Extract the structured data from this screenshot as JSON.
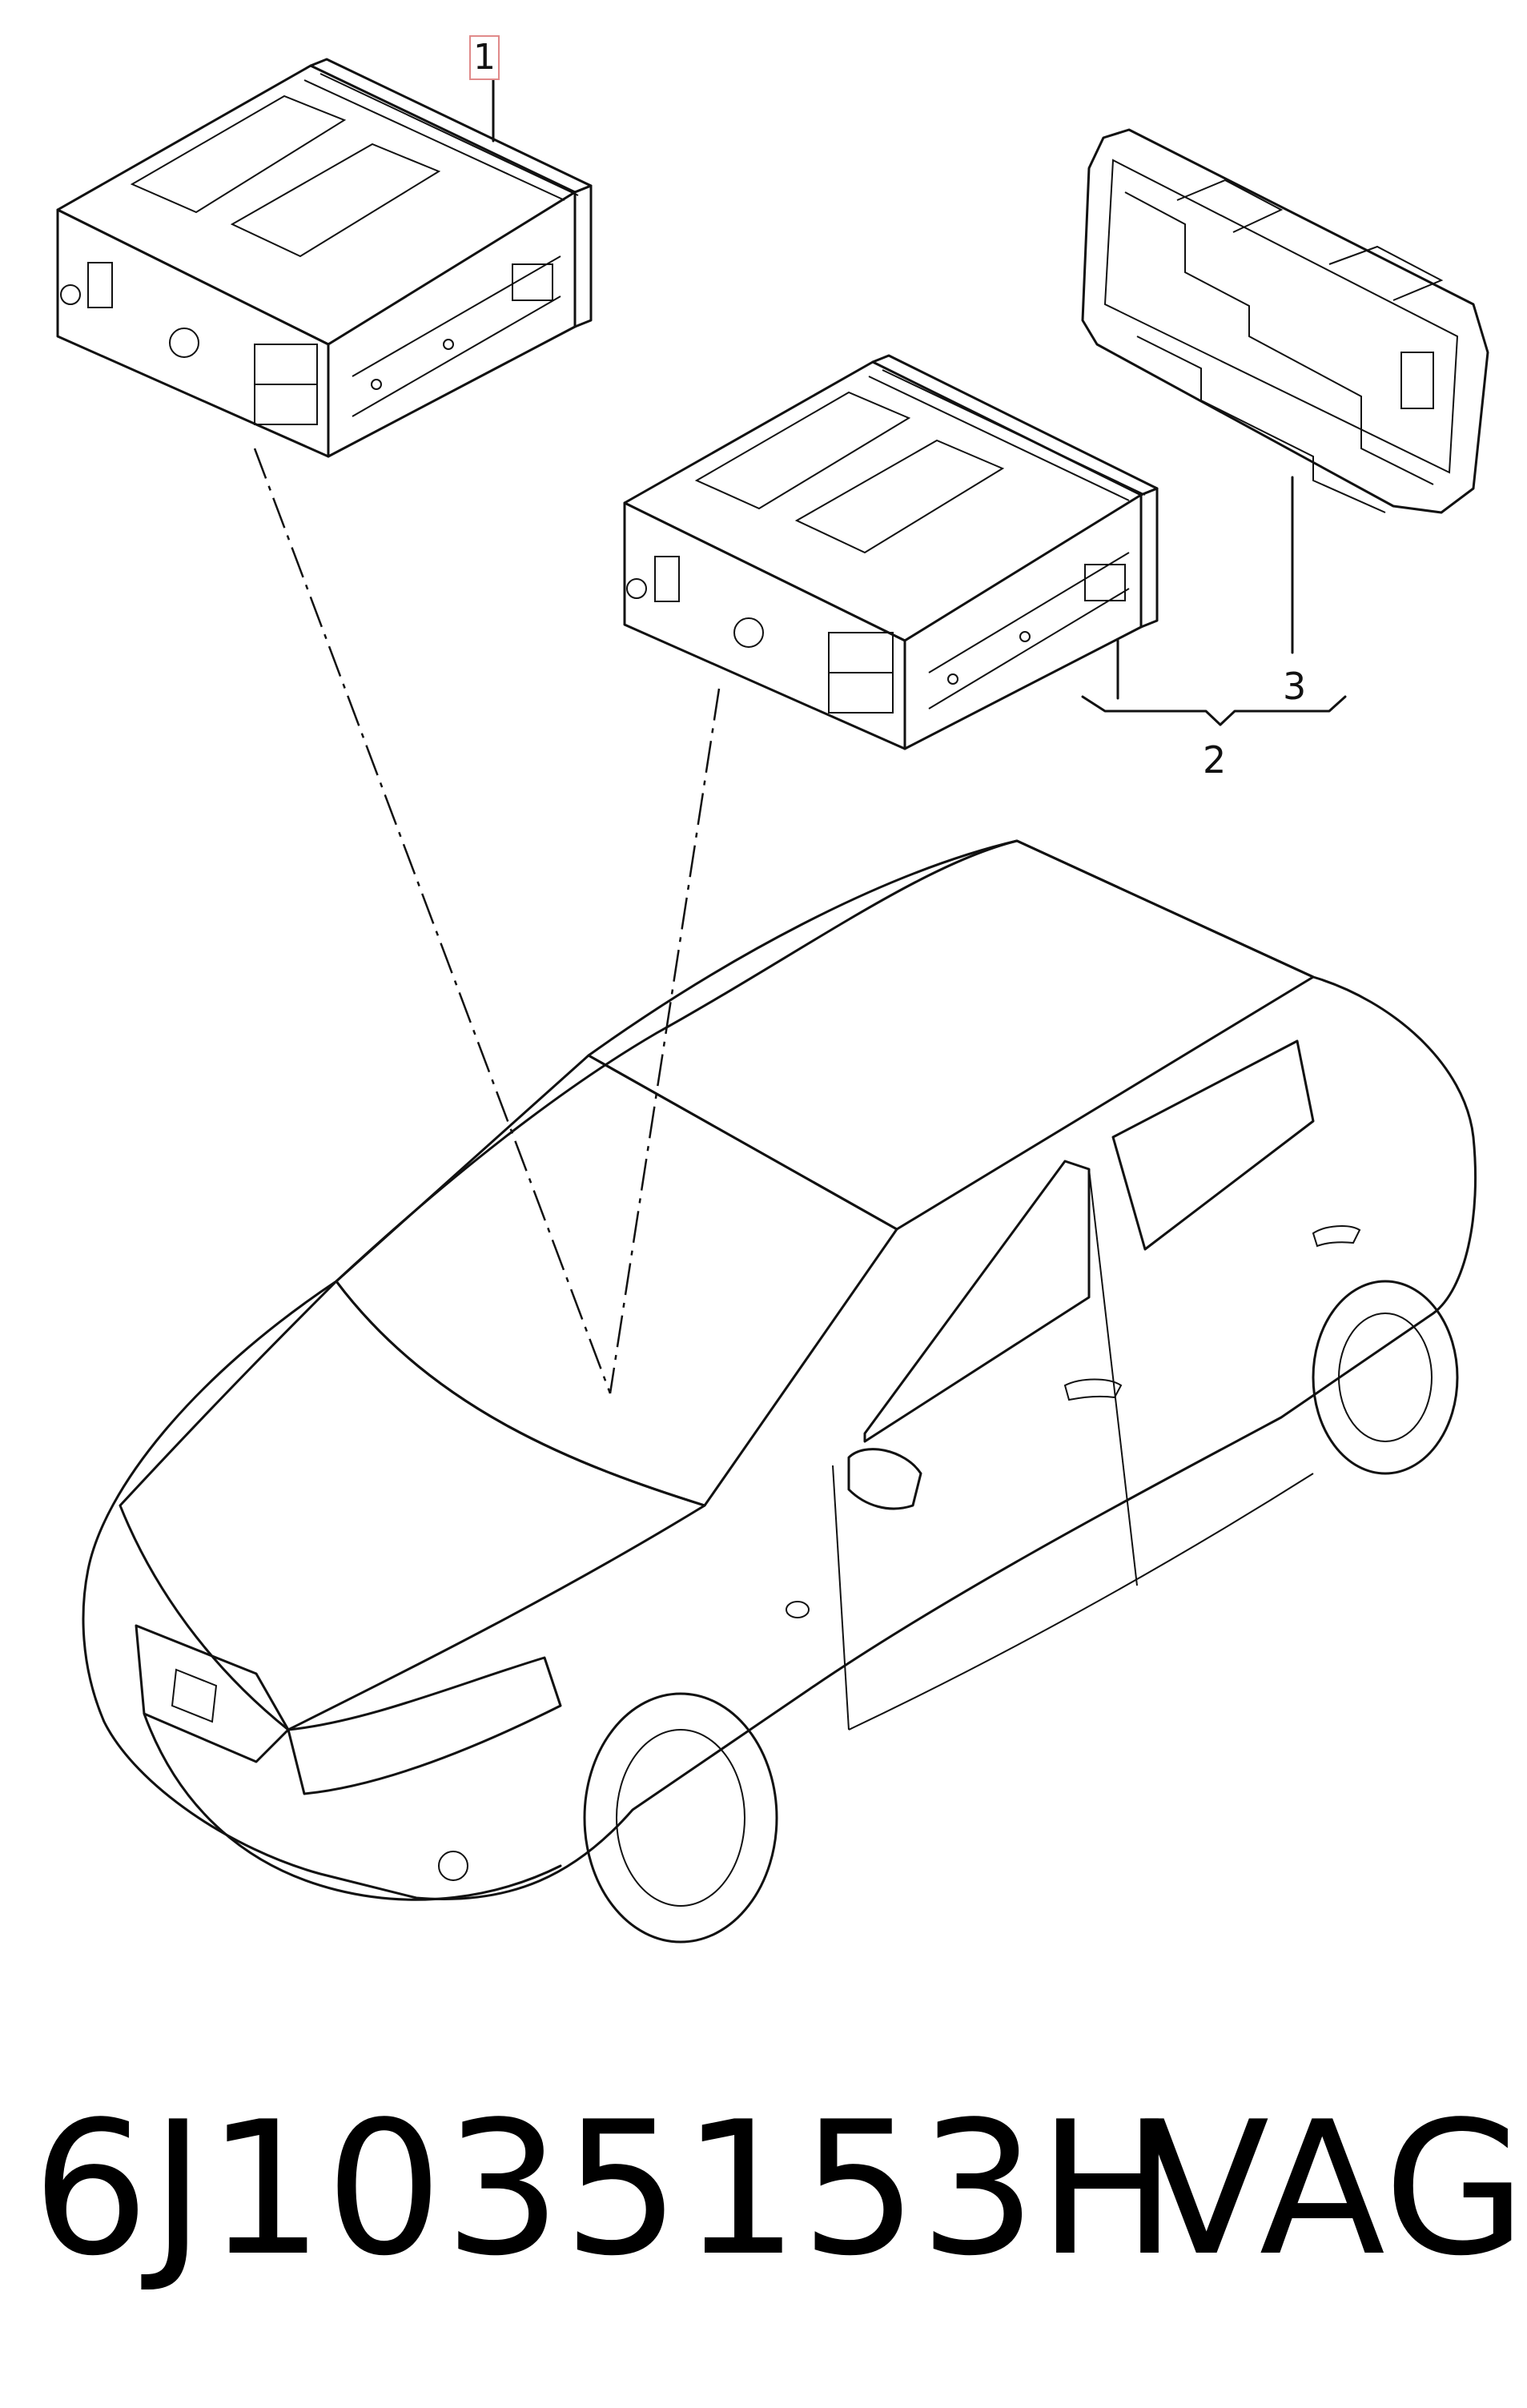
{
  "diagram": {
    "callouts": [
      {
        "id": "1",
        "label": "1"
      },
      {
        "id": "2",
        "label": "2"
      },
      {
        "id": "3",
        "label": "3"
      }
    ]
  },
  "footer": {
    "part_number": "6J1035153H",
    "brand": "VAG"
  },
  "colors": {
    "line": "#111111",
    "highlight_box": "#e08a8a",
    "background": "#ffffff"
  }
}
